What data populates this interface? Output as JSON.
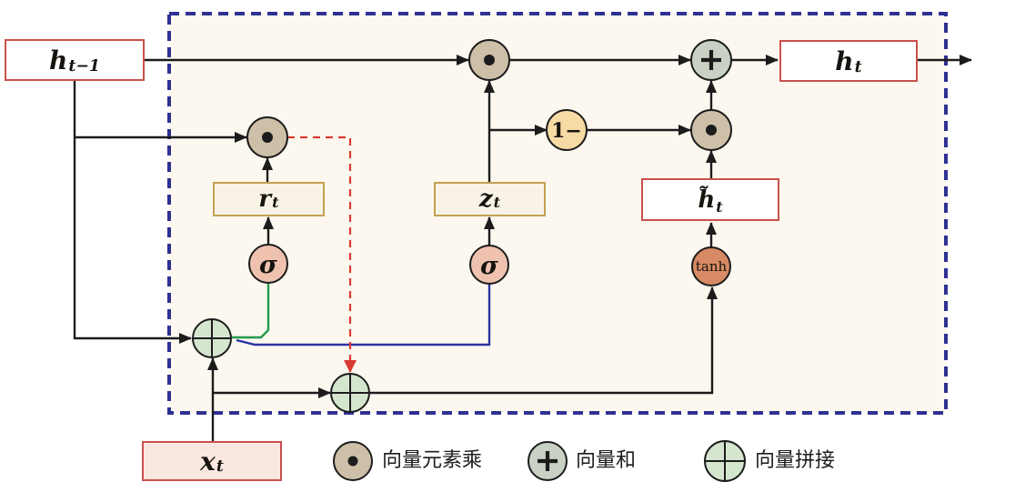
{
  "figure": {
    "nodes": {
      "h_prev": {
        "base": "h",
        "sub": "t−1"
      },
      "r_gate": {
        "base": "r",
        "sub": "t"
      },
      "z_gate": {
        "base": "z",
        "sub": "t"
      },
      "h_tilde": {
        "base": "h̃",
        "sub": "t"
      },
      "h_out": {
        "base": "h",
        "sub": "t"
      },
      "x_in": {
        "base": "x",
        "sub": "t"
      }
    },
    "operators": {
      "sigma_r": "σ",
      "sigma_z": "σ",
      "tanh": "tanh",
      "one_minus": "1−"
    },
    "legend": {
      "items": [
        {
          "icon": "elementwise-multiply-icon",
          "label": "向量元素乘"
        },
        {
          "icon": "vector-sum-icon",
          "label": "向量和"
        },
        {
          "icon": "vector-concat-icon",
          "label": "向量拼接"
        }
      ]
    },
    "colors": {
      "cell_background": "#fcf8ef",
      "cell_border_navy": "#2e3192",
      "box_border_red": "#c9514d",
      "box_border_gold": "#c3a052",
      "box_fill_cream": "#f8f3e6",
      "box_fill_pink": "#fae8e0",
      "multiply_fill": "#cec0a8",
      "sum_fill": "#c8d1c3",
      "concat_fill": "#d5e6cf",
      "sigma_fill": "#efc2b0",
      "tanh_fill": "#d78a63",
      "one_minus_fill": "#f7dba5",
      "wire_black": "#1c1c1c",
      "wire_green": "#229a4d",
      "wire_blue": "#2c35a3",
      "wire_red_dashed": "#d83b31"
    }
  }
}
